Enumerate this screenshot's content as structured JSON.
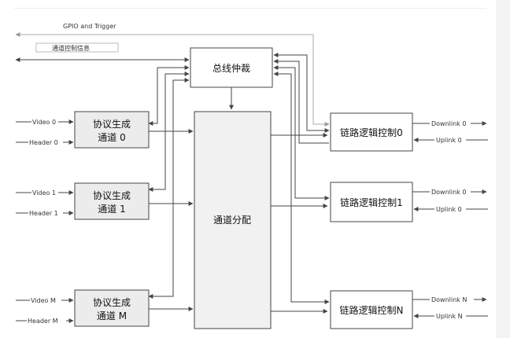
{
  "labels": {
    "gpio": "GPIO and Trigger",
    "channel_ctrl": "通道控制信息",
    "arbiter": "总线仲裁",
    "allocator": "通道分配"
  },
  "protocol_blocks": [
    {
      "line1": "协议生成",
      "line2": "通道 0",
      "video": "Video 0",
      "header": "Header 0"
    },
    {
      "line1": "协议生成",
      "line2": "通道 1",
      "video": "Video 1",
      "header": "Header 1"
    },
    {
      "line1": "协议生成",
      "line2": "通道 M",
      "video": "Video M",
      "header": "Header M"
    }
  ],
  "link_blocks": [
    {
      "label": "链路逻辑控制0",
      "downlink": "Downlink 0",
      "uplink": "Uplink 0"
    },
    {
      "label": "链路逻辑控制1",
      "downlink": "Downlink 0",
      "uplink": "Uplink 0"
    },
    {
      "label": "链路逻辑控制N",
      "downlink": "Downlink N",
      "uplink": "Uplink N"
    }
  ]
}
